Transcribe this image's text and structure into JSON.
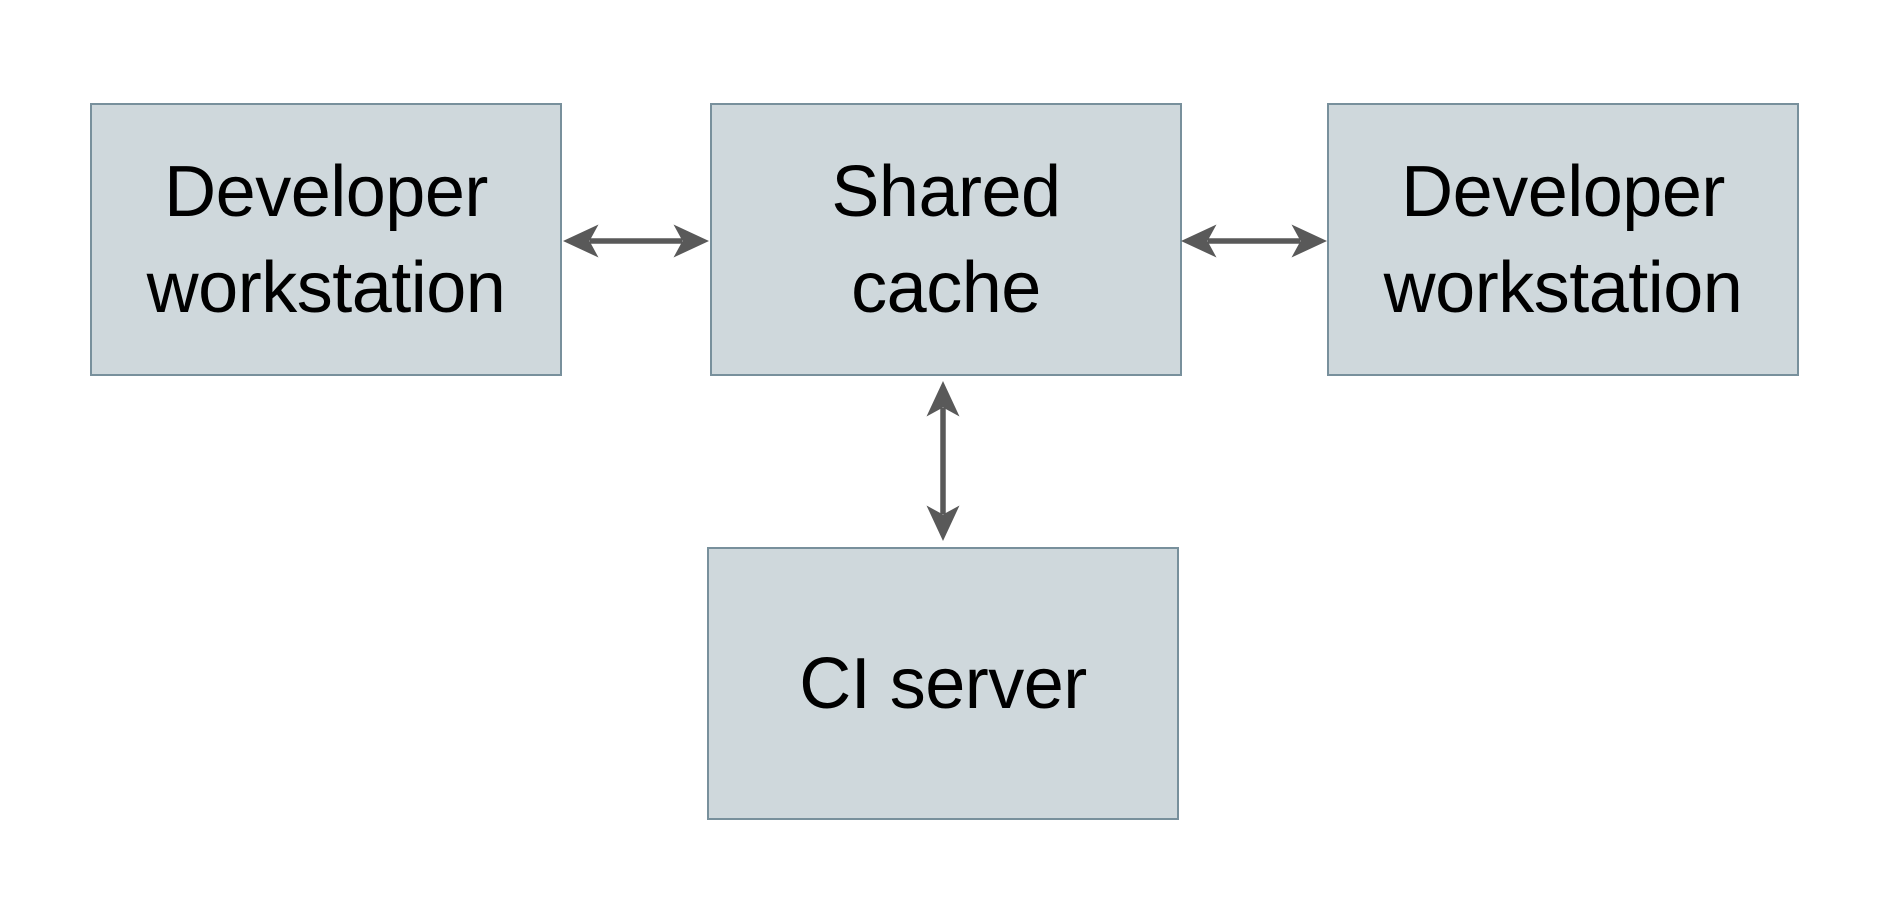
{
  "diagram": {
    "background_color": "#ffffff",
    "colors": {
      "node_fill": "#cfd8dc",
      "node_border": "#78909c",
      "arrow": "#595959",
      "text": "#000000"
    },
    "nodes": {
      "workstation_left": {
        "lines": [
          "Developer",
          "workstation"
        ]
      },
      "shared_cache": {
        "lines": [
          "Shared",
          "cache"
        ]
      },
      "workstation_right": {
        "lines": [
          "Developer",
          "workstation"
        ]
      },
      "ci_server": {
        "lines": [
          "CI server"
        ]
      }
    },
    "edges": [
      {
        "from": "workstation_left",
        "to": "shared_cache",
        "direction": "bidirectional"
      },
      {
        "from": "shared_cache",
        "to": "workstation_right",
        "direction": "bidirectional"
      },
      {
        "from": "shared_cache",
        "to": "ci_server",
        "direction": "bidirectional"
      }
    ]
  }
}
